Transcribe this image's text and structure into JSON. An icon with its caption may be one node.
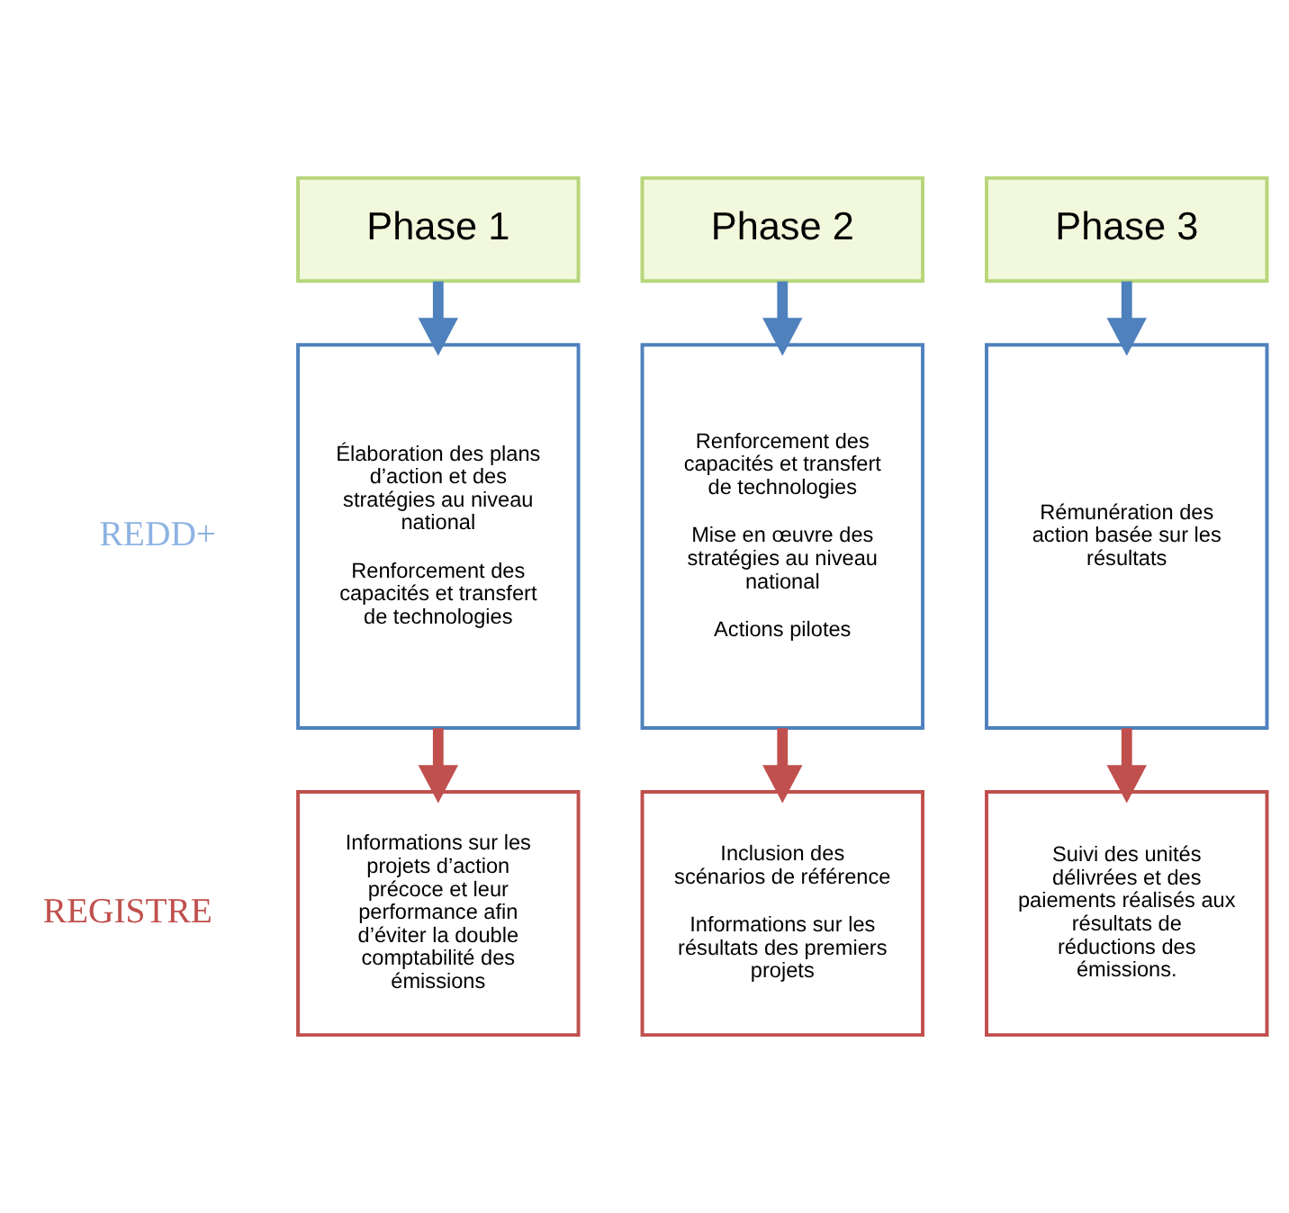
{
  "diagram": {
    "nodes": [
      {
        "text": [
          "Phase 1"
        ]
      },
      {
        "text": [
          "Phase 2"
        ]
      },
      {
        "text": [
          "Phase 3"
        ]
      },
      {
        "text": [
          "Élaboration des plans d’action et des stratégies au niveau national",
          "Renforcement des capacités et transfert de technologies"
        ]
      },
      {
        "text": [
          "Renforcement des capacités et transfert de technologies",
          "Mise en œuvre des stratégies au niveau national",
          "Actions pilotes"
        ]
      },
      {
        "text": [
          "Rémunération des action basée sur les résultats"
        ]
      },
      {
        "text": [
          "Informations sur les projets d’action précoce et leur performance afin d’éviter la double comptabilité des émissions"
        ]
      },
      {
        "text": [
          "Inclusion des scénarios de référence",
          "Informations sur les résultats des premiers projets"
        ]
      },
      {
        "text": [
          "Suivi des unités délivrées et des paiements réalisés aux résultats de réductions des émissions."
        ]
      }
    ],
    "edges": [
      {
        "from": 0,
        "to": 3,
        "arrow": "to"
      },
      {
        "from": 1,
        "to": 4,
        "arrow": "to"
      },
      {
        "from": 2,
        "to": 5,
        "arrow": "to"
      },
      {
        "from": 3,
        "to": 6,
        "arrow": "to",
        "color": "#c0504d"
      },
      {
        "from": 4,
        "to": 7,
        "arrow": "to",
        "color": "#c0504d"
      },
      {
        "from": 5,
        "to": 8,
        "arrow": "to",
        "color": "#c0504d"
      }
    ],
    "labels": [
      "REDD+",
      "REGISTRE"
    ]
  }
}
